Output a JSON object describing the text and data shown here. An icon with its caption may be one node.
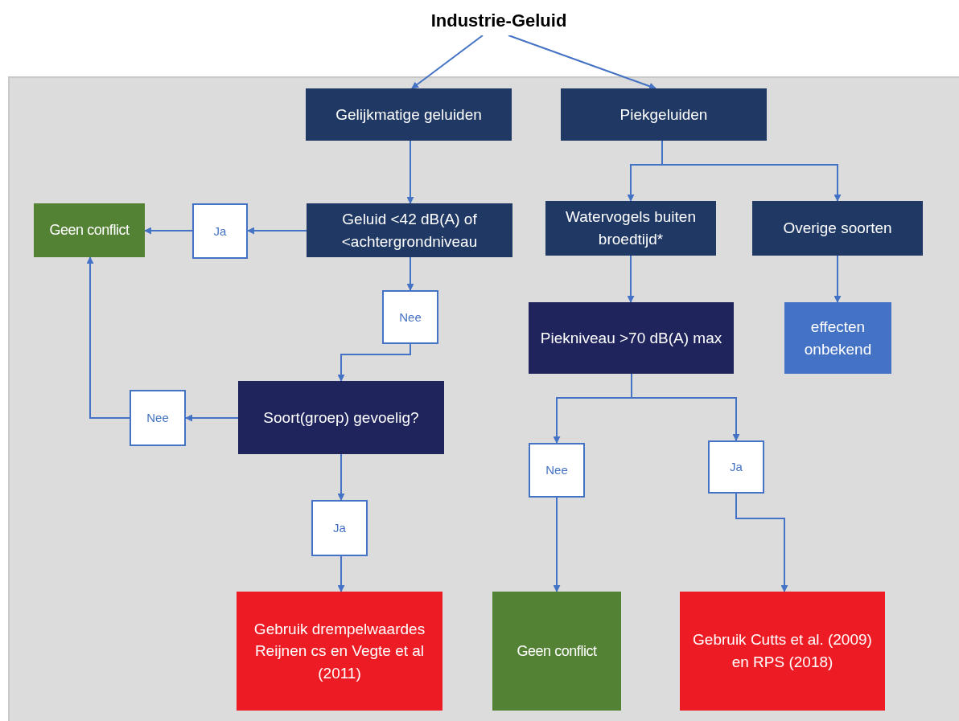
{
  "diagram": {
    "nodes": [
      {
        "text": [
          "Industrie-Geluid"
        ]
      },
      {
        "text": [
          "Gelijkmatige geluiden"
        ]
      },
      {
        "text": [
          "Piekgeluiden"
        ]
      },
      {
        "text": [
          "Geen conflict"
        ]
      },
      {
        "text": [
          "Ja"
        ]
      },
      {
        "text": [
          "Geluid <42 dB(A) of <achtergrondniveau"
        ]
      },
      {
        "text": [
          "Watervogels buiten broedtijd*"
        ]
      },
      {
        "text": [
          "Overige soorten"
        ]
      },
      {
        "text": [
          "Nee"
        ]
      },
      {
        "text": [
          "Piekniveau >70 dB(A) max"
        ]
      },
      {
        "text": [
          "effecten onbekend"
        ]
      },
      {
        "text": [
          "Nee"
        ]
      },
      {
        "text": [
          "Soort(groep) gevoelig?"
        ]
      },
      {
        "text": [
          "Nee"
        ]
      },
      {
        "text": [
          "Ja"
        ]
      },
      {
        "text": [
          "Ja"
        ]
      },
      {
        "text": [
          "Gebruik drempelwaardes Reijnen cs en Vegte et al (2011)"
        ]
      },
      {
        "text": [
          "Geen conflict"
        ]
      },
      {
        "text": [
          "Gebruik Cutts et al. (2009) en RPS (2018)"
        ]
      }
    ],
    "edges": [
      {
        "from": 0,
        "to": 1,
        "arrow": "to"
      },
      {
        "from": 0,
        "to": 2,
        "arrow": "to"
      },
      {
        "from": 1,
        "to": 5,
        "arrow": "to"
      },
      {
        "from": 5,
        "to": 4,
        "arrow": "to"
      },
      {
        "from": 4,
        "to": 3,
        "arrow": "to"
      },
      {
        "from": 5,
        "to": 8,
        "arrow": "to"
      },
      {
        "from": 8,
        "to": 12,
        "arrow": "to"
      },
      {
        "from": 12,
        "to": 11,
        "arrow": "to"
      },
      {
        "from": 11,
        "to": 3,
        "arrow": "to"
      },
      {
        "from": 12,
        "to": 15,
        "arrow": "to"
      },
      {
        "from": 15,
        "to": 16,
        "arrow": "to"
      },
      {
        "from": 2,
        "to": 6,
        "arrow": "to"
      },
      {
        "from": 2,
        "to": 7,
        "arrow": "to"
      },
      {
        "from": 6,
        "to": 9,
        "arrow": "to"
      },
      {
        "from": 7,
        "to": 10,
        "arrow": "to"
      },
      {
        "from": 9,
        "to": 13,
        "arrow": "to"
      },
      {
        "from": 9,
        "to": 14,
        "arrow": "to"
      },
      {
        "from": 13,
        "to": 17,
        "arrow": "to"
      },
      {
        "from": 14,
        "to": 18,
        "arrow": "to"
      }
    ]
  }
}
